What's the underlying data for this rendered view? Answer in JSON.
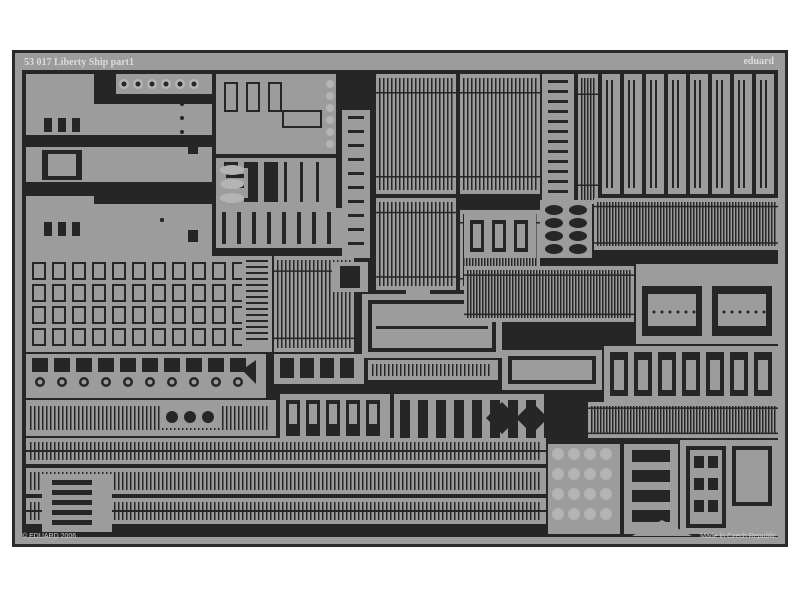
{
  "fret": {
    "title": "53 017  Liberty Ship   part1",
    "brand": "eduard",
    "copyright": "© EDUARD 2006",
    "origin": "Made in Czech Republic"
  },
  "colors": {
    "metal": "#9c9c9c",
    "metal_light": "#b4b4b4",
    "etched_dark": "#262626",
    "frame_background": "#2a2a2a",
    "page_background": "#ffffff"
  }
}
